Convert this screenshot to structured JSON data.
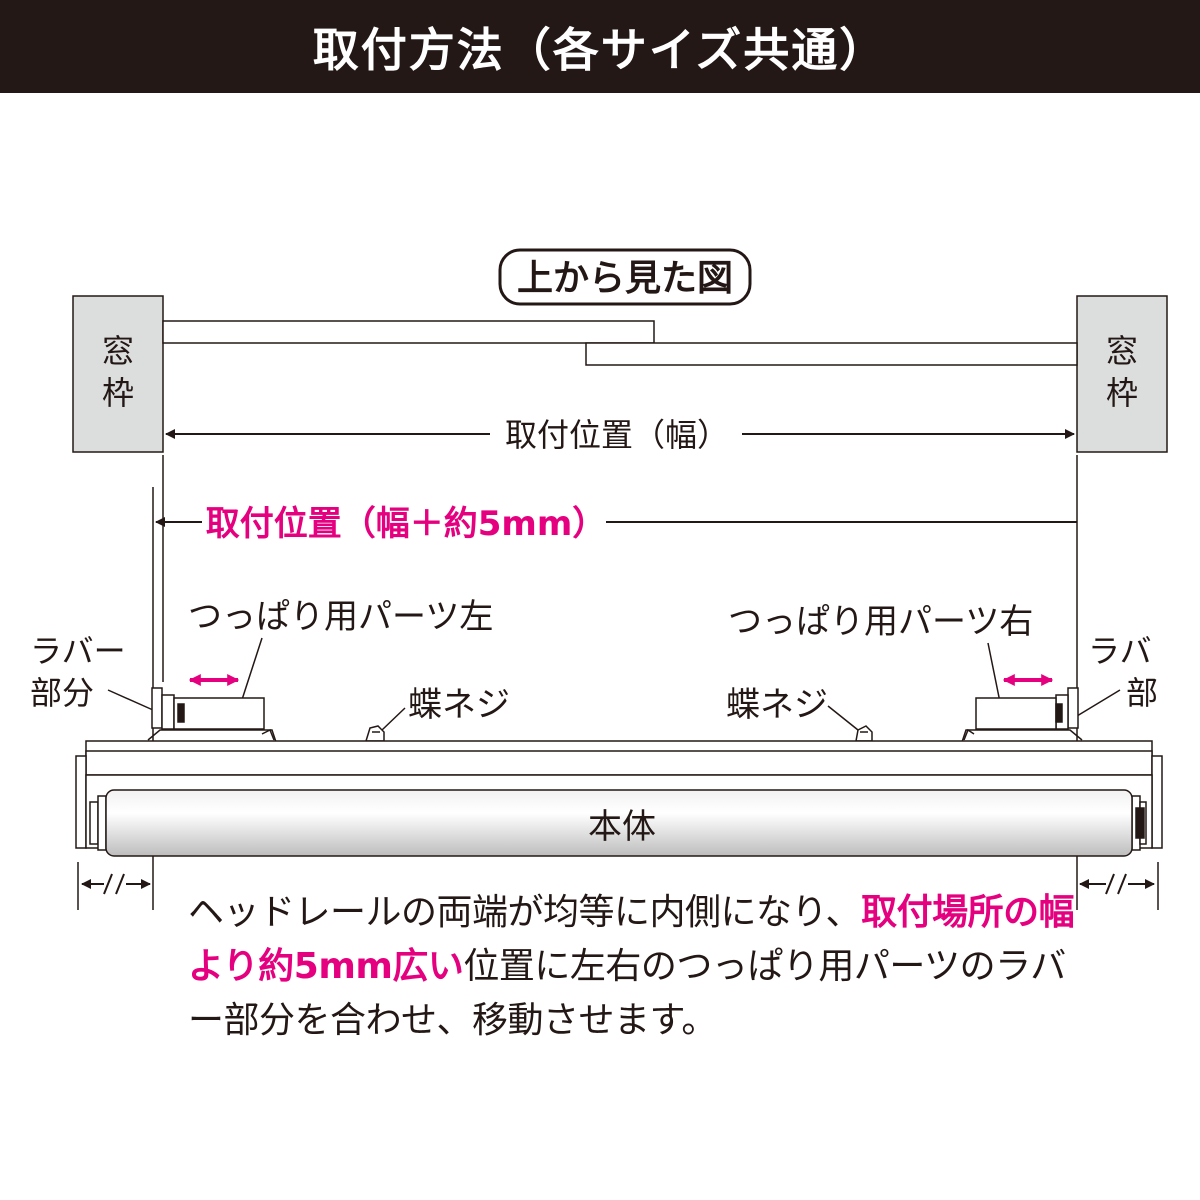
{
  "header": {
    "title": "取付方法（各サイズ共通）"
  },
  "diagram": {
    "top_view_label": "上から見た図",
    "window_frame_left": [
      "窓",
      "枠"
    ],
    "window_frame_right": [
      "窓",
      "枠"
    ],
    "width_label": "取付位置（幅）",
    "width_plus_label": "取付位置（幅＋約5mm）",
    "rubber_left": [
      "ラバー",
      "部分"
    ],
    "rubber_right": [
      "ラバ",
      "部"
    ],
    "tension_part_left": "つっぱり用パーツ左",
    "tension_part_right": "つっぱり用パーツ右",
    "wing_screw_left": "蝶ネジ",
    "wing_screw_right": "蝶ネジ",
    "body_label": "本体"
  },
  "description": {
    "part1": "ヘッドレールの両端が均等に内側になり、",
    "highlight": "取付場所の幅より約5mm広い",
    "part2": "位置に左右のつっぱり用パーツのラバー部分を合わせ、移動させます。"
  },
  "colors": {
    "accent": "#e4007f",
    "dark": "#231815",
    "frame_gray": "#dcdddd"
  }
}
